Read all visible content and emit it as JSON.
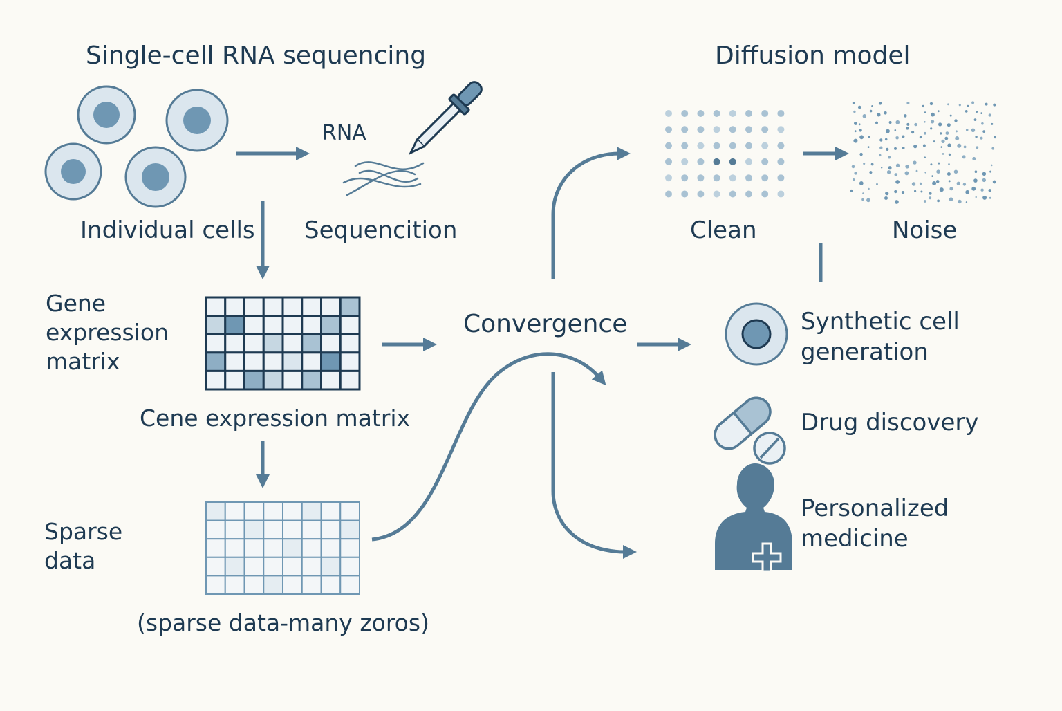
{
  "titles": {
    "scrna": "Single-cell RNA sequencing",
    "diffusion": "Diffusion model"
  },
  "labels": {
    "rna": "RNA",
    "individual_cells": "Individual cells",
    "sequencition": "Sequencition",
    "gene_matrix_side": "Gene expression matrix",
    "gene_matrix_caption": "Cene expression matrix",
    "sparse_side": "Sparse data",
    "sparse_caption": "(sparse data-many zoros)",
    "convergence": "Convergence",
    "clean": "Clean",
    "noise": "Noise",
    "synthetic": "Synthetic cell generation",
    "drug": "Drug discovery",
    "personalized": "Personalized medicine"
  },
  "colors": {
    "ink": "#1e3a52",
    "accent": "#557b96",
    "cell_fill": "#dbe6ee",
    "nucleus": "#6f97b3",
    "background": "#fbfaf5"
  },
  "icons": [
    "cell-icon",
    "pipette-icon",
    "rna-strand-icon",
    "matrix-grid-icon",
    "sparse-grid-icon",
    "dot-grid-icon",
    "noise-icon",
    "synthetic-cell-icon",
    "pill-icon",
    "tablet-icon",
    "person-icon",
    "medical-cross-icon"
  ]
}
